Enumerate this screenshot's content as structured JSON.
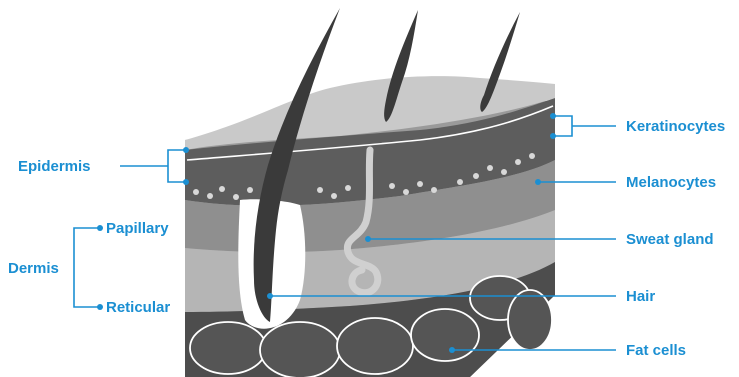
{
  "colors": {
    "accent": "#1b8fd2",
    "epidermis": "#5d5d5d",
    "top_surface": "#c9c9c9",
    "papillary": "#8f8f8f",
    "reticular": "#b5b5b5",
    "fat": "#4d4d4d",
    "hair": "#3a3a3a"
  },
  "labels": {
    "epidermis": "Epidermis",
    "dermis": "Dermis",
    "papillary": "Papillary",
    "reticular": "Reticular",
    "keratinocytes": "Keratinocytes",
    "melanocytes": "Melanocytes",
    "sweat_gland": "Sweat gland",
    "hair": "Hair",
    "fat_cells": "Fat cells"
  }
}
